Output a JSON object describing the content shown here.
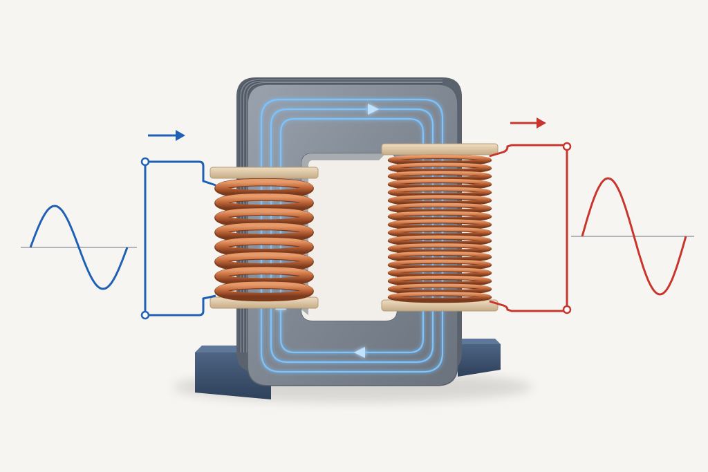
{
  "diagram": {
    "subject": "transformer",
    "colors": {
      "background": "#f7f5f1",
      "primary_signal": "#1f5fb4",
      "secondary_signal": "#c8352c",
      "core": "#7f8792",
      "core_dark": "#5f6772",
      "flux": "#4aa8ff",
      "copper": "#c46a3c",
      "copper_dark": "#8e4322",
      "bobbin": "#d9c3a3",
      "base": "#3a4f6b"
    },
    "icons": {
      "primary_input_arrow": "arrow-right-icon",
      "secondary_output_arrow": "arrow-right-icon",
      "flux_direction": "arrow-icon"
    },
    "primary_coil": {
      "turns": 8
    },
    "secondary_coil": {
      "turns": 18
    },
    "flux_direction": "clockwise"
  }
}
